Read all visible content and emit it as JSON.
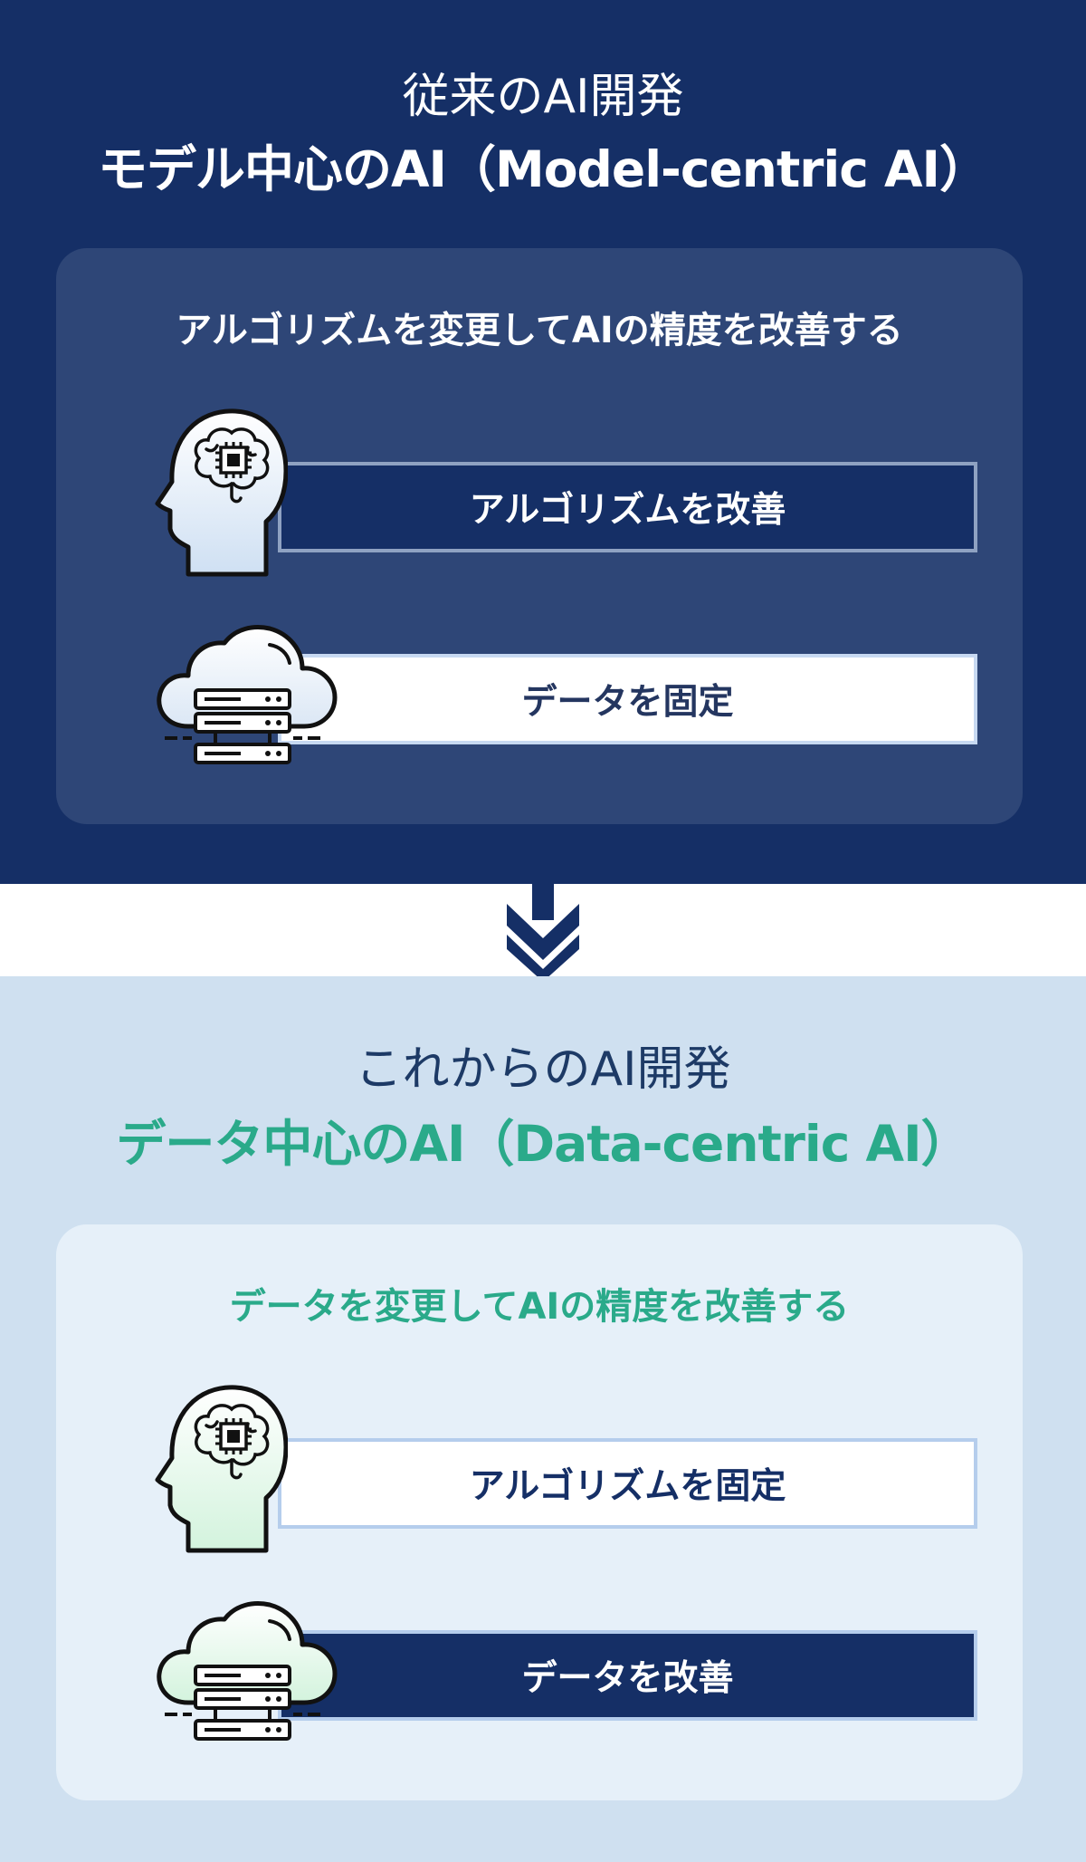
{
  "top": {
    "subtitle": "従来のAI開発",
    "title": "モデル中心のAI（Model-centric AI）",
    "card_title": "アルゴリズムを変更してAIの精度を改善する",
    "bar_algorithm": "アルゴリズムを改善",
    "bar_data": "データを固定"
  },
  "bottom": {
    "subtitle": "これからのAI開発",
    "title": "データ中心のAI（Data-centric AI）",
    "card_title": "データを変更してAIの精度を改善する",
    "bar_algorithm": "アルゴリズムを固定",
    "bar_data": "データを改善"
  },
  "colors": {
    "navy": "#152f66",
    "teal": "#2aaa8a",
    "light_blue": "#cfe0f0"
  },
  "icons": [
    "brain-chip-head-icon",
    "cloud-server-icon",
    "double-chevron-down-icon"
  ]
}
